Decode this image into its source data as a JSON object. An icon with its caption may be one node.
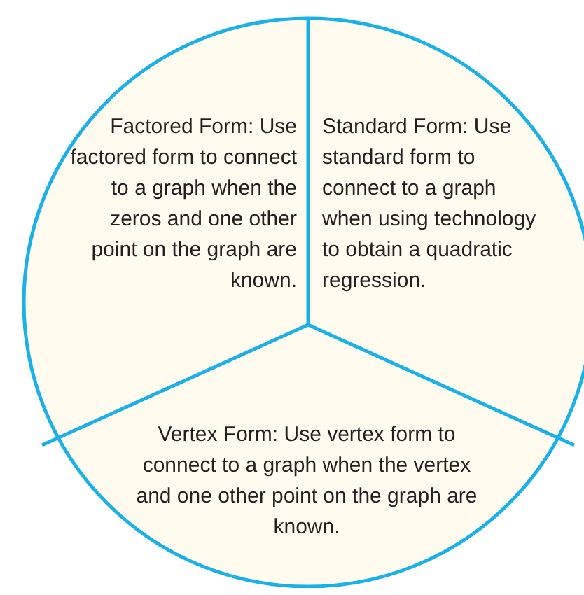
{
  "diagram": {
    "nodes": [
      {
        "text": [],
        "shape": "circle"
      },
      {
        "text": [
          "Factored Form: Use factored form to connect to a graph when the zeros and one other point on the graph are known."
        ],
        "in": 0
      },
      {
        "text": [
          "Standard Form: Use standard form to connect to a graph when using technology to obtain a quadratic regression."
        ],
        "in": 0
      },
      {
        "text": [
          "Vertex Form: Use vertex form to connect to a graph when the vertex and one other point on the graph are known."
        ],
        "in": 0
      }
    ]
  }
}
